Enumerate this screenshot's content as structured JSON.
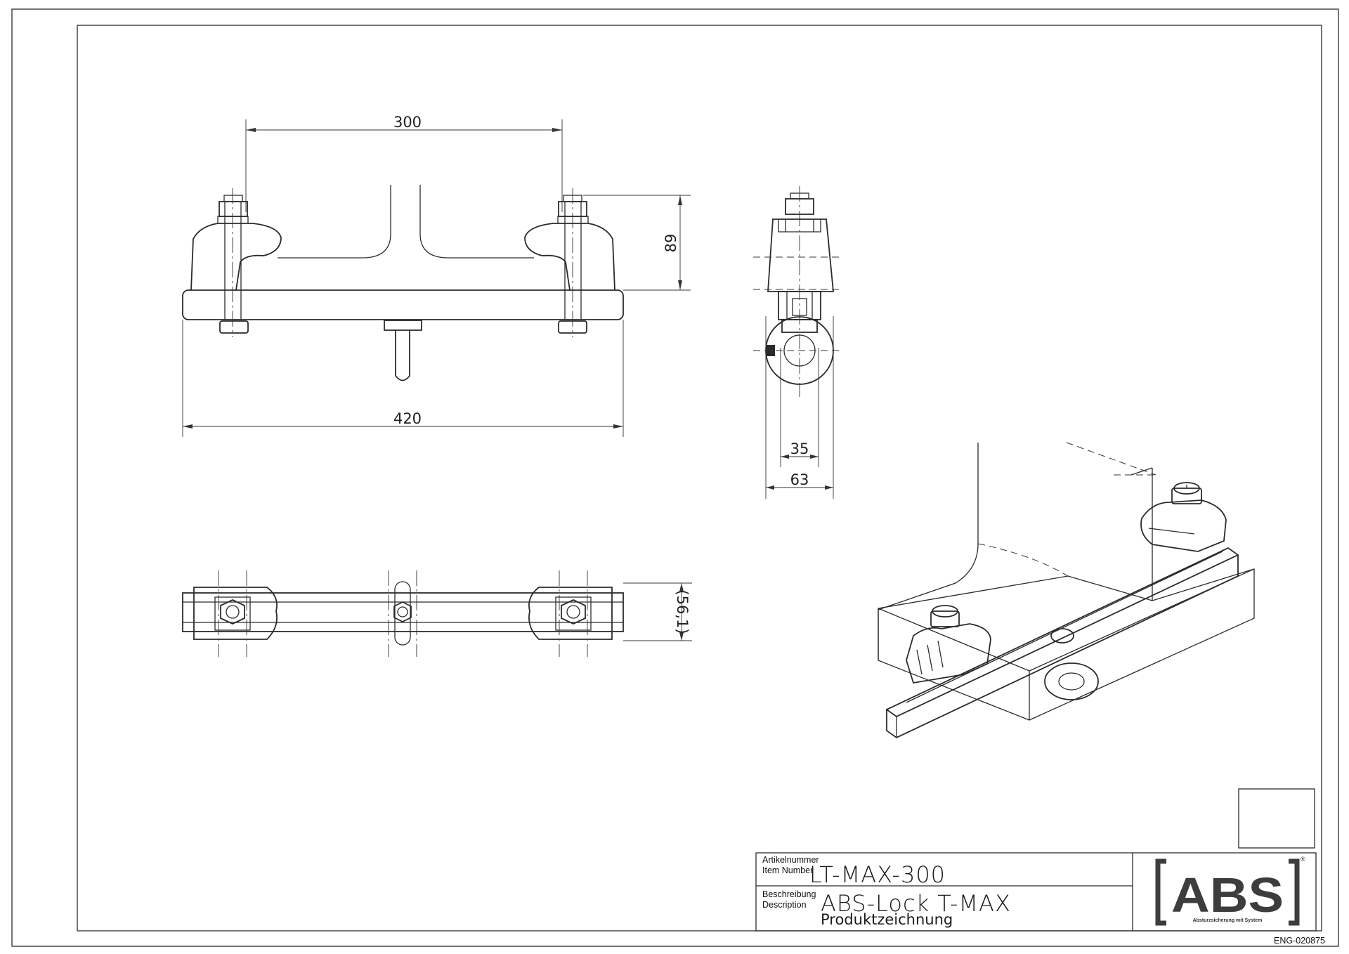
{
  "dimensions": {
    "top_width": "300",
    "overall_length": "420",
    "height": "89",
    "bore": "35",
    "side_width": "63",
    "plan_width": "(56,1)"
  },
  "title_block": {
    "item_label_de": "Artikelnummer",
    "item_label_en": "Item Number",
    "item_value": "LT-MAX-300",
    "desc_label_de": "Beschreibung",
    "desc_label_en": "Description",
    "desc_value": "ABS-Lock T-MAX",
    "desc_sub": "Produktzeichnung",
    "drawing_no": "ENG-020875"
  },
  "logo": {
    "text": "ABS",
    "tagline": "Absturzsicherung mit System",
    "registered": "®"
  },
  "colors": {
    "line": "#2b2b2b",
    "paper": "#ffffff",
    "logo": "#3d3d3d"
  }
}
